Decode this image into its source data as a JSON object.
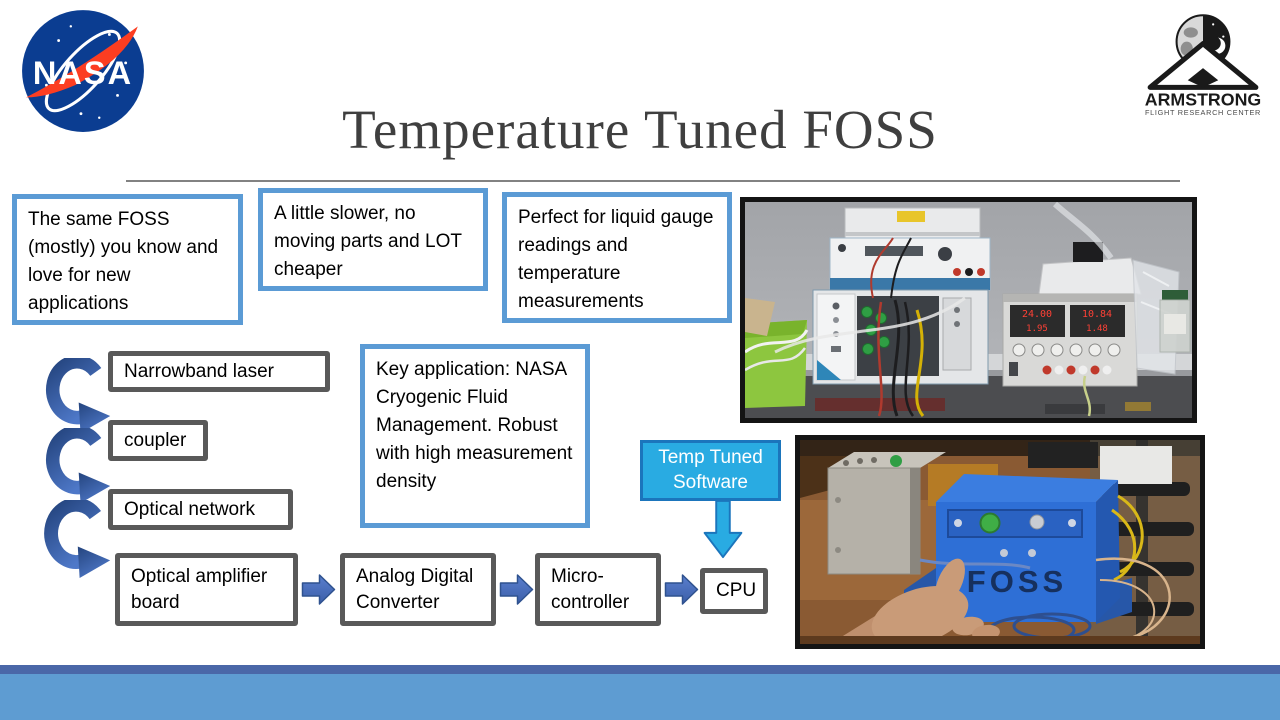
{
  "slide": {
    "title": "Temperature Tuned FOSS",
    "nasa_logo": {
      "wordmark": "NASA"
    },
    "armstrong_logo": {
      "name": "ARMSTRONG",
      "subtitle": "FLIGHT RESEARCH CENTER"
    },
    "info_boxes": [
      "The same FOSS (mostly) you know and love for new applications",
      "A little slower, no moving parts and LOT cheaper",
      "Perfect for liquid gauge readings and temperature measurements"
    ],
    "key_application": "Key application: NASA Cryogenic Fluid Management. Robust with high measurement density",
    "flow": {
      "narrowband": "Narrowband laser",
      "coupler": "coupler",
      "optical_network": "Optical network",
      "optical_amplifier": "Optical amplifier board",
      "adc": "Analog Digital Converter",
      "micro": "Micro-controller",
      "cpu": "CPU"
    },
    "software_box": "Temp Tuned Software",
    "photos": {
      "lab_displays": [
        "24.00",
        "1.95",
        "10.84",
        "1.48"
      ],
      "device_label": "FOSS"
    },
    "colors": {
      "accent_blue": "#5B9BD5",
      "flow_border_gray": "#595959",
      "arrow_blue": "#4472C4",
      "arrow_outline": "#2F528F",
      "software_fill": "#29ABE2",
      "software_border": "#1B75BC",
      "footer_dark": "#4A67A8",
      "footer_light": "#5E9CD2",
      "title_gray": "#3F3F3F",
      "nasa_blue": "#0B3D91",
      "nasa_red": "#FC3D21"
    }
  }
}
